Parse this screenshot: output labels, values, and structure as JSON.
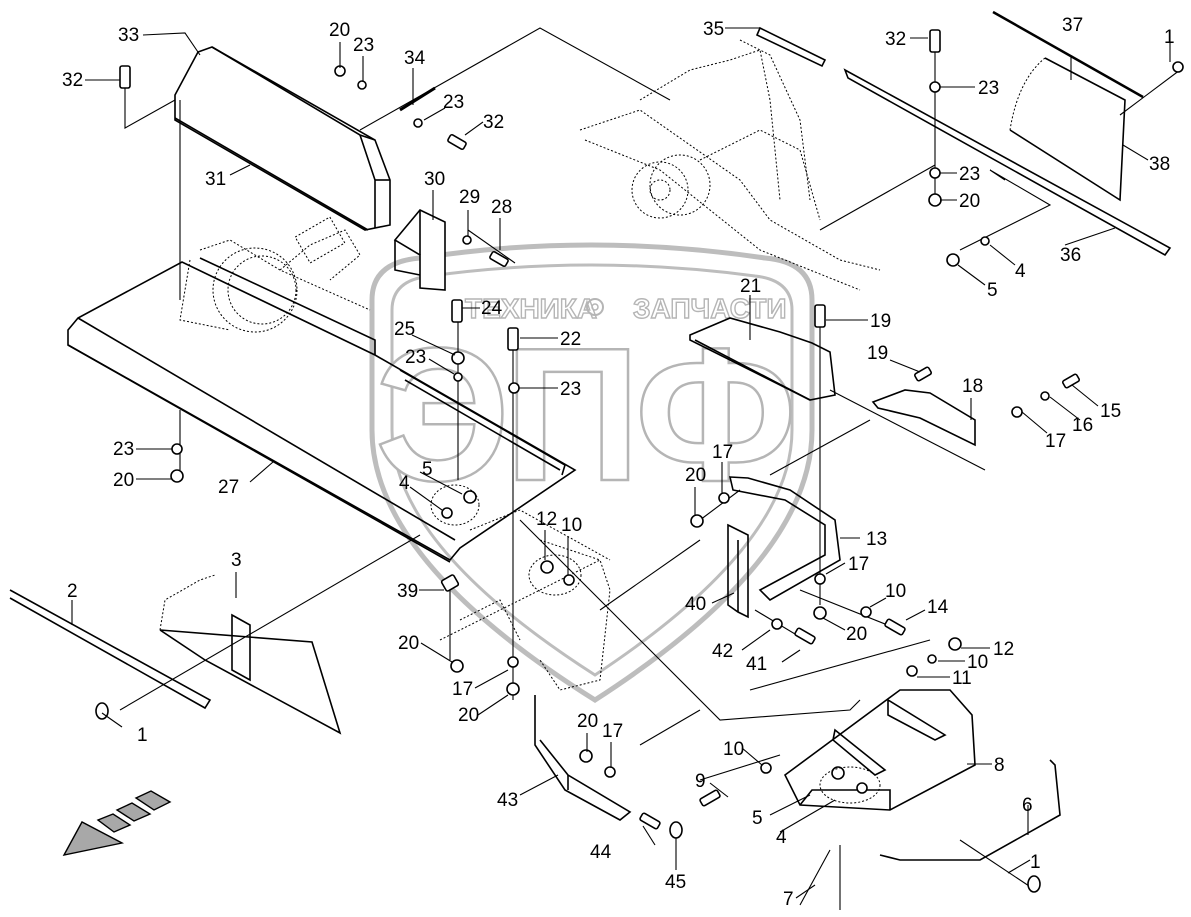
{
  "diagram": {
    "type": "exploded-parts-diagram",
    "watermark": {
      "top_left": "ТЕХНИКА",
      "top_right": "ЗАПЧАСТИ",
      "big_letters": "ЭПФ"
    },
    "callouts": [
      {
        "id": "c33",
        "label": "33"
      },
      {
        "id": "c32a",
        "label": "32"
      },
      {
        "id": "c20a",
        "label": "20"
      },
      {
        "id": "c23a",
        "label": "23"
      },
      {
        "id": "c34",
        "label": "34"
      },
      {
        "id": "c23b",
        "label": "23"
      },
      {
        "id": "c32b",
        "label": "32"
      },
      {
        "id": "c31",
        "label": "31"
      },
      {
        "id": "c30",
        "label": "30"
      },
      {
        "id": "c29",
        "label": "29"
      },
      {
        "id": "c28",
        "label": "28"
      },
      {
        "id": "c35",
        "label": "35"
      },
      {
        "id": "c32c",
        "label": "32"
      },
      {
        "id": "c37",
        "label": "37"
      },
      {
        "id": "c1a",
        "label": "1"
      },
      {
        "id": "c23c",
        "label": "23"
      },
      {
        "id": "c38",
        "label": "38"
      },
      {
        "id": "c23d",
        "label": "23"
      },
      {
        "id": "c20b",
        "label": "20"
      },
      {
        "id": "c4a",
        "label": "4"
      },
      {
        "id": "c5a",
        "label": "5"
      },
      {
        "id": "c36",
        "label": "36"
      },
      {
        "id": "c24",
        "label": "24"
      },
      {
        "id": "c25",
        "label": "25"
      },
      {
        "id": "c22",
        "label": "22"
      },
      {
        "id": "c21",
        "label": "21"
      },
      {
        "id": "c19a",
        "label": "19"
      },
      {
        "id": "c19b",
        "label": "19"
      },
      {
        "id": "c23e",
        "label": "23"
      },
      {
        "id": "c23f",
        "label": "23"
      },
      {
        "id": "c18",
        "label": "18"
      },
      {
        "id": "c15",
        "label": "15"
      },
      {
        "id": "c16",
        "label": "16"
      },
      {
        "id": "c17a",
        "label": "17"
      },
      {
        "id": "c23g",
        "label": "23"
      },
      {
        "id": "c20c",
        "label": "20"
      },
      {
        "id": "c27",
        "label": "27"
      },
      {
        "id": "c5b",
        "label": "5"
      },
      {
        "id": "c4b",
        "label": "4"
      },
      {
        "id": "c17b",
        "label": "17"
      },
      {
        "id": "c20d",
        "label": "20"
      },
      {
        "id": "c13",
        "label": "13"
      },
      {
        "id": "c12a",
        "label": "12"
      },
      {
        "id": "c10a",
        "label": "10"
      },
      {
        "id": "c17c",
        "label": "17"
      },
      {
        "id": "c3",
        "label": "3"
      },
      {
        "id": "c2",
        "label": "2"
      },
      {
        "id": "c39",
        "label": "39"
      },
      {
        "id": "c40",
        "label": "40"
      },
      {
        "id": "c10b",
        "label": "10"
      },
      {
        "id": "c14",
        "label": "14"
      },
      {
        "id": "c20e",
        "label": "20"
      },
      {
        "id": "c42",
        "label": "42"
      },
      {
        "id": "c41",
        "label": "41"
      },
      {
        "id": "c12b",
        "label": "12"
      },
      {
        "id": "c10c",
        "label": "10"
      },
      {
        "id": "c11",
        "label": "11"
      },
      {
        "id": "c20f",
        "label": "20"
      },
      {
        "id": "c17d",
        "label": "17"
      },
      {
        "id": "c20g",
        "label": "20"
      },
      {
        "id": "c1b",
        "label": "1"
      },
      {
        "id": "c20h",
        "label": "20"
      },
      {
        "id": "c17e",
        "label": "17"
      },
      {
        "id": "c10d",
        "label": "10"
      },
      {
        "id": "c8",
        "label": "8"
      },
      {
        "id": "c43",
        "label": "43"
      },
      {
        "id": "c9",
        "label": "9"
      },
      {
        "id": "c6",
        "label": "6"
      },
      {
        "id": "c5c",
        "label": "5"
      },
      {
        "id": "c4c",
        "label": "4"
      },
      {
        "id": "c44",
        "label": "44"
      },
      {
        "id": "c45",
        "label": "45"
      },
      {
        "id": "c1c",
        "label": "1"
      },
      {
        "id": "c7",
        "label": "7"
      }
    ]
  }
}
